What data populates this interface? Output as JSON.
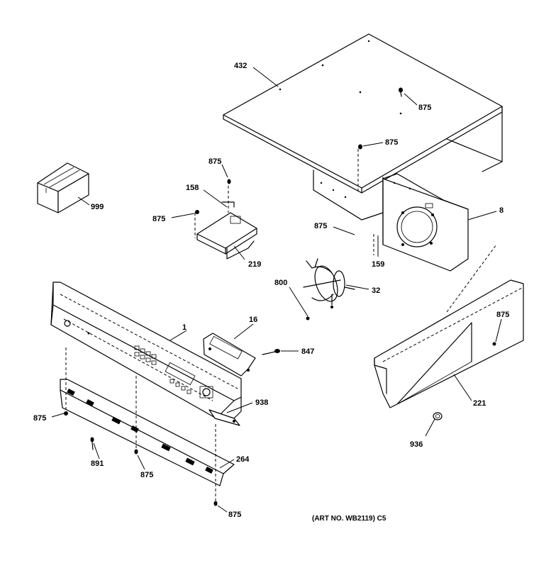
{
  "callouts": {
    "c432": "432",
    "c875_top": "875",
    "c875_upper_right": "875",
    "c875_bracket_top": "875",
    "c158": "158",
    "c999": "999",
    "c875_bracket_left": "875",
    "c219": "219",
    "c875_fan": "875",
    "c8": "8",
    "c159": "159",
    "c800": "800",
    "c32": "32",
    "c16": "16",
    "c1": "1",
    "c847": "847",
    "c875_right_panel": "875",
    "c938": "938",
    "c875_left": "875",
    "c891": "891",
    "c875_mid": "875",
    "c264": "264",
    "c875_bottom": "875",
    "c221": "221",
    "c936": "936"
  },
  "art_number": "(ART NO. WB2119) C5"
}
